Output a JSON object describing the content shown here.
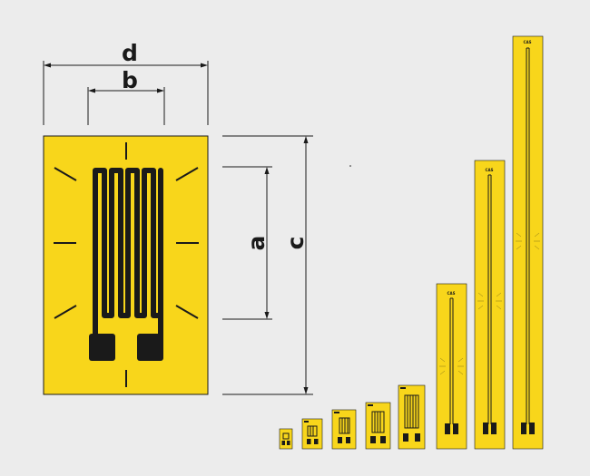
{
  "diagram": {
    "labels": {
      "d": "d",
      "b": "b",
      "a": "a",
      "c": "c"
    },
    "gauge_tag": "CAS",
    "colors": {
      "background": "#ececec",
      "backing": "#f8d61b",
      "grid": "#1a1a1a",
      "dimension_line": "#1a1a1a"
    },
    "gauges": [
      {
        "id": "gauge-1",
        "type": "grid",
        "lines": 4
      },
      {
        "id": "gauge-2",
        "type": "grid",
        "lines": 5
      },
      {
        "id": "gauge-3",
        "type": "grid",
        "lines": 5
      },
      {
        "id": "gauge-4",
        "type": "grid",
        "lines": 6
      },
      {
        "id": "gauge-5",
        "type": "grid",
        "lines": 7
      },
      {
        "id": "gauge-6",
        "type": "long"
      },
      {
        "id": "gauge-7",
        "type": "long"
      },
      {
        "id": "gauge-8",
        "type": "long"
      }
    ]
  }
}
